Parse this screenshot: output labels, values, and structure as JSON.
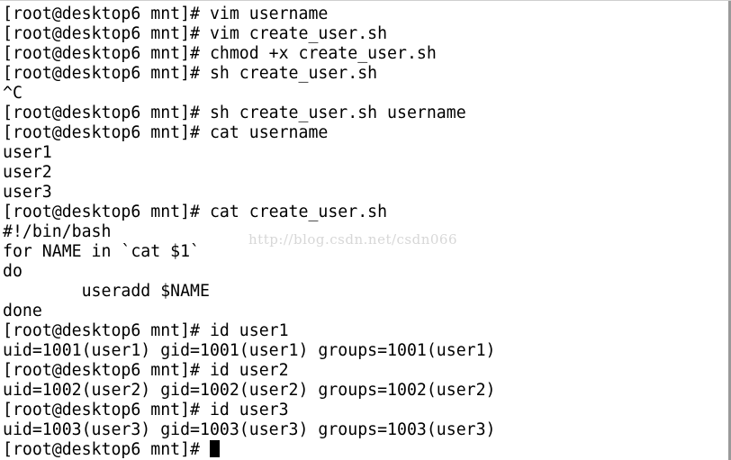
{
  "terminal": {
    "lines": [
      "[root@desktop6 mnt]# vim username",
      "[root@desktop6 mnt]# vim create_user.sh",
      "[root@desktop6 mnt]# chmod +x create_user.sh",
      "[root@desktop6 mnt]# sh create_user.sh",
      "^C",
      "[root@desktop6 mnt]# sh create_user.sh username",
      "[root@desktop6 mnt]# cat username",
      "user1",
      "user2",
      "user3",
      "[root@desktop6 mnt]# cat create_user.sh",
      "#!/bin/bash",
      "for NAME in `cat $1`",
      "do",
      "        useradd $NAME",
      "done",
      "[root@desktop6 mnt]# id user1",
      "uid=1001(user1) gid=1001(user1) groups=1001(user1)",
      "[root@desktop6 mnt]# id user2",
      "uid=1002(user2) gid=1002(user2) groups=1002(user2)",
      "[root@desktop6 mnt]# id user3",
      "uid=1003(user3) gid=1003(user3) groups=1003(user3)"
    ],
    "prompt": "[root@desktop6 mnt]# ",
    "watermark": "http://blog.csdn.net/csdn066",
    "colors": {
      "background": "#ffffff",
      "text": "#000000",
      "watermark": "#d7d7d7"
    }
  }
}
